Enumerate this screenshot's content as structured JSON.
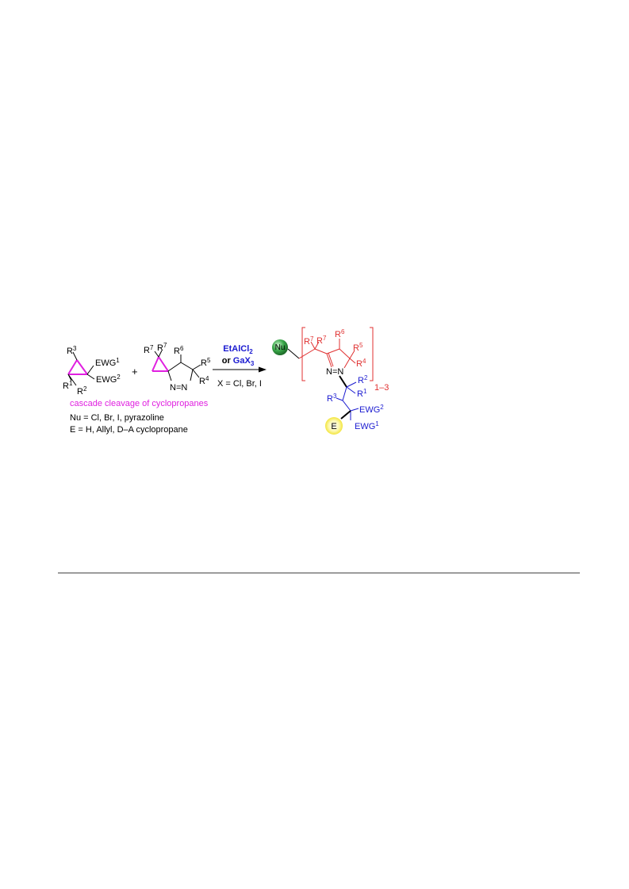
{
  "colors": {
    "black": "#000000",
    "magenta": "#e020e0",
    "red": "#e03030",
    "blue": "#1a1ad0",
    "nu_ball": "#3aa84a",
    "e_ball": "#f0e020"
  },
  "reactant1": {
    "r3": "R",
    "r3_sup": "3",
    "ewg1": "EWG",
    "ewg1_sup": "1",
    "r1": "R",
    "r1_sup": "1",
    "r2": "R",
    "r2_sup": "2",
    "ewg2": "EWG",
    "ewg2_sup": "2"
  },
  "plus": "+",
  "reactant2": {
    "r7a": "R",
    "r7a_sup": "7",
    "r7b": "R",
    "r7b_sup": "7",
    "r6": "R",
    "r6_sup": "6",
    "r5": "R",
    "r5_sup": "5",
    "r4": "R",
    "r4_sup": "4",
    "n1": "N",
    "n2": "N",
    "dbl": "="
  },
  "conditions": {
    "reagent1": "EtAlCl",
    "reagent1_sub": "2",
    "reagent2_prefix": "or ",
    "reagent2": "GaX",
    "reagent2_sub": "3",
    "x_def": "X = Cl, Br, I"
  },
  "notes": {
    "cascade": "cascade cleavage of cyclopropanes",
    "nu_def": "Nu = Cl, Br, I, pyrazoline",
    "e_def": "E = H, Allyl, D–A cyclopropane"
  },
  "product": {
    "nu": "Nu",
    "e": "E",
    "r7a": "R",
    "r7a_sup": "7",
    "r7b": "R",
    "r7b_sup": "7",
    "r6": "R",
    "r6_sup": "6",
    "r5": "R",
    "r5_sup": "5",
    "r4": "R",
    "r4_sup": "4",
    "n_ring": "N",
    "n_link": "N",
    "dbl": "=",
    "repeat": "1–3",
    "r2": "R",
    "r2_sup": "2",
    "r1": "R",
    "r1_sup": "1",
    "r3": "R",
    "r3_sup": "3",
    "ewg2": "EWG",
    "ewg2_sup": "2",
    "ewg1": "EWG",
    "ewg1_sup": "1"
  }
}
